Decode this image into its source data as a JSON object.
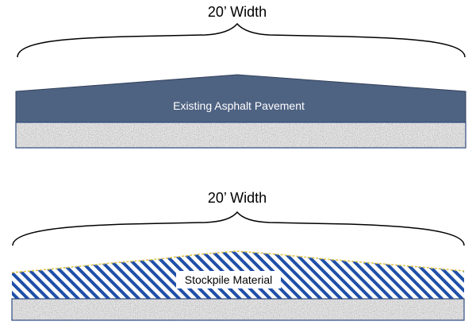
{
  "top_section": {
    "width_label": "20’ Width",
    "layer_label": "Existing Asphalt Pavement"
  },
  "bottom_section": {
    "width_label": "20’ Width",
    "layer_label": "Stockpile Material"
  },
  "colors": {
    "asphalt_fill": "#4e6282",
    "asphalt_stroke": "#33425c",
    "hatch_stripe": "#1f4fa8",
    "hatch_top_edge": "#e2c64a",
    "base_outline": "#2f4a80",
    "aggregate_light": "#e6e6e6",
    "aggregate_dark": "#3a3a3a"
  }
}
